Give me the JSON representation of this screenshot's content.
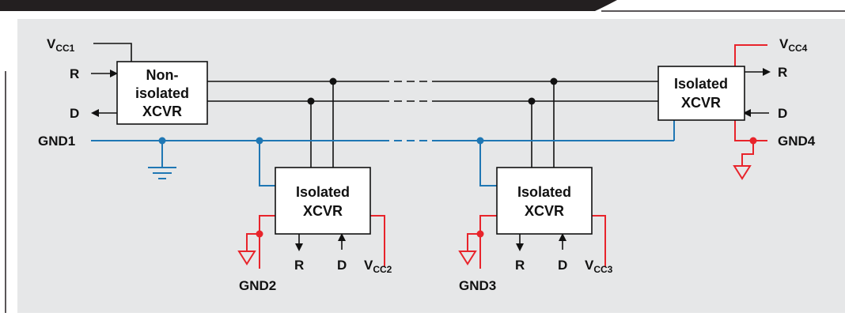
{
  "colors": {
    "panel": "#e6e7e8",
    "header": "#231f20",
    "bus": "#111111",
    "ground": "#1f77b4",
    "isolated_supply": "#e8242b"
  },
  "nodes": {
    "nonisolated": {
      "line1": "Non-",
      "line2": "isolated",
      "line3": "XCVR"
    },
    "iso2": {
      "line1": "Isolated",
      "line2": "XCVR"
    },
    "iso3": {
      "line1": "Isolated",
      "line2": "XCVR"
    },
    "iso4": {
      "line1": "Isolated",
      "line2": "XCVR"
    }
  },
  "signals": {
    "vcc1_main": "V",
    "vcc1_sub": "CC1",
    "r1": "R",
    "d1": "D",
    "gnd1": "GND1",
    "gnd2": "GND2",
    "r2": "R",
    "d2": "D",
    "vcc2_main": "V",
    "vcc2_sub": "CC2",
    "gnd3": "GND3",
    "r3": "R",
    "d3": "D",
    "vcc3_main": "V",
    "vcc3_sub": "CC3",
    "vcc4_main": "V",
    "vcc4_sub": "CC4",
    "r4": "R",
    "d4": "D",
    "gnd4": "GND4"
  }
}
